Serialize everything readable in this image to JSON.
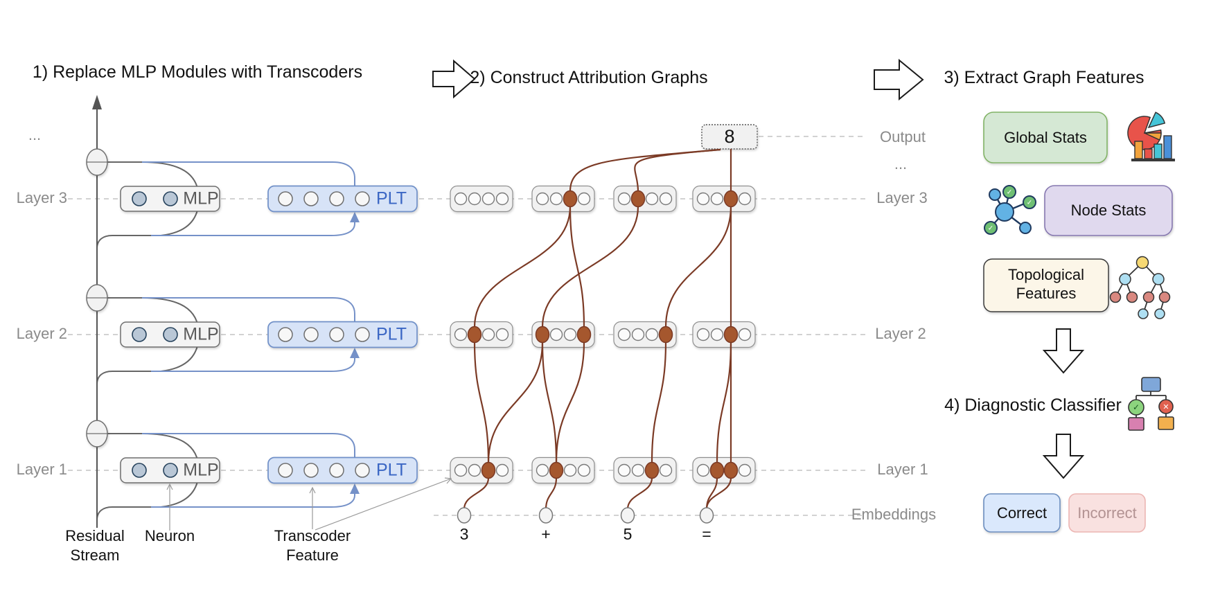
{
  "titles": {
    "step1": "1) Replace MLP Modules with Transcoders",
    "step2": "2) Construct Attribution Graphs",
    "step3": "3) Extract Graph Features",
    "step4": "4) Diagnostic Classifier"
  },
  "left": {
    "ellipsis": "...",
    "layer_labels": [
      "Layer 3",
      "Layer 2",
      "Layer 1"
    ],
    "mlp_label": "MLP",
    "plt_label": "PLT",
    "annotations": {
      "residual": [
        "Residual",
        "Stream"
      ],
      "neuron": "Neuron",
      "transcoder": [
        "Transcoder",
        "Feature"
      ]
    }
  },
  "attribution": {
    "output_value": "8",
    "tokens": [
      "3",
      "+",
      "5",
      "="
    ],
    "right_labels": [
      "Output",
      "...",
      "Layer 3",
      "Layer 2",
      "Layer 1",
      "Embeddings"
    ],
    "active_nodes": {
      "layer3": [
        [],
        [
          2
        ],
        [
          1
        ],
        [
          2
        ]
      ],
      "layer2": [
        [
          1
        ],
        [
          0,
          3
        ],
        [
          3
        ],
        [
          2
        ]
      ],
      "layer1": [
        [
          2
        ],
        [
          1
        ],
        [
          2
        ],
        [
          1,
          2
        ]
      ]
    },
    "edges": [
      [
        "emb.0",
        "L1.0.2"
      ],
      [
        "emb.1",
        "L1.1.1"
      ],
      [
        "emb.2",
        "L1.2.2"
      ],
      [
        "emb.3",
        "L1.3.1"
      ],
      [
        "emb.3",
        "L1.3.2"
      ],
      [
        "L1.0.2",
        "L2.0.1"
      ],
      [
        "L1.0.2",
        "L2.1.0"
      ],
      [
        "L1.1.1",
        "L2.1.0"
      ],
      [
        "L1.1.1",
        "L2.1.3"
      ],
      [
        "L1.2.2",
        "L2.2.3"
      ],
      [
        "L1.3.1",
        "L2.3.2"
      ],
      [
        "L1.3.2",
        "L2.3.2"
      ],
      [
        "L2.0.1",
        "L3.1.2"
      ],
      [
        "L2.1.0",
        "L3.2.1"
      ],
      [
        "L2.1.3",
        "L3.1.2"
      ],
      [
        "L2.2.3",
        "L3.3.2"
      ],
      [
        "L2.3.2",
        "L3.3.2"
      ],
      [
        "L3.1.2",
        "out"
      ],
      [
        "L3.2.1",
        "out"
      ],
      [
        "L3.3.2",
        "out"
      ]
    ]
  },
  "right": {
    "global_stats": "Global Stats",
    "node_stats": "Node Stats",
    "topological": [
      "Topological",
      "Features"
    ],
    "correct": "Correct",
    "incorrect": "Incorrect"
  },
  "colors": {
    "edge_brown": "#7B3A25",
    "node_active_fill": "#A5572E",
    "node_inactive_fill": "#FBFBFB",
    "grid_box_fill": "#F1F1F1",
    "mlp_box_fill": "#F4F4F4",
    "mlp_circle_fill": "#B9C7D6",
    "mlp_circle_stroke": "#26425C",
    "plt_box_fill": "#D7E3F7",
    "plt_box_border": "#7090C8",
    "blue_branch": "#7591C8",
    "gray_branch": "#666666",
    "green_box_fill": "#D5E8D4",
    "green_box_border": "#82B366",
    "purple_box_fill": "#E0D9EE",
    "purple_box_border": "#8678B0",
    "cream_box_fill": "#FCF6E8",
    "cream_box_border": "#3B3B3B",
    "correct_fill": "#DAE8FC",
    "correct_border": "#6C8EBF",
    "incorrect_fill": "#F9E1E0",
    "incorrect_border": "#ECB5B2"
  }
}
